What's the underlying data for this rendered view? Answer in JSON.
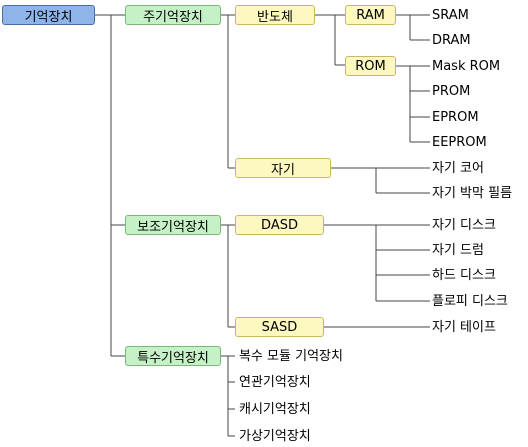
{
  "tree": {
    "root": "기억장치",
    "main": {
      "label": "주기억장치",
      "semiconductor": {
        "label": "반도체",
        "ram": {
          "label": "RAM",
          "items": [
            "SRAM",
            "DRAM"
          ]
        },
        "rom": {
          "label": "ROM",
          "items": [
            "Mask ROM",
            "PROM",
            "EPROM",
            "EEPROM"
          ]
        }
      },
      "magnetic": {
        "label": "자기",
        "items": [
          "자기 코어",
          "자기 박막 필름"
        ]
      }
    },
    "auxiliary": {
      "label": "보조기억장치",
      "dasd": {
        "label": "DASD",
        "items": [
          "자기 디스크",
          "자기 드럼",
          "하드 디스크",
          "플로피 디스크"
        ]
      },
      "sasd": {
        "label": "SASD",
        "items": [
          "자기 테이프"
        ]
      }
    },
    "special": {
      "label": "특수기억장치",
      "items": [
        "복수 모듈 기억장치",
        "연관기억장치",
        "캐시기억장치",
        "가상기억장치"
      ]
    }
  }
}
